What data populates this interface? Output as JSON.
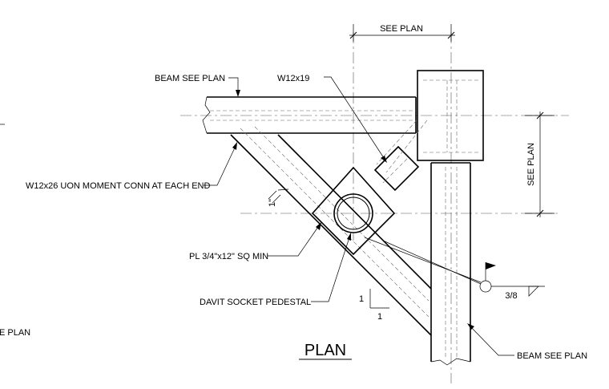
{
  "labels": {
    "see_plan_top": "SEE PLAN",
    "see_plan_right": "SEE PLAN",
    "beam_see_plan_top": "BEAM SEE PLAN",
    "w12x19": "W12x19",
    "w12x26": "W12x26 UON MOMENT CONN AT EACH END",
    "one_inch": "1\"",
    "plate": "PL 3/4\"x12\" SQ MIN",
    "davit": "DAVIT SOCKET PEDESTAL",
    "slope_rise": "1",
    "slope_run": "1",
    "weld_size": "3/8",
    "beam_see_plan_bottom": "BEAM SEE PLAN",
    "left_clipped": "E PLAN",
    "title": "PLAN"
  }
}
